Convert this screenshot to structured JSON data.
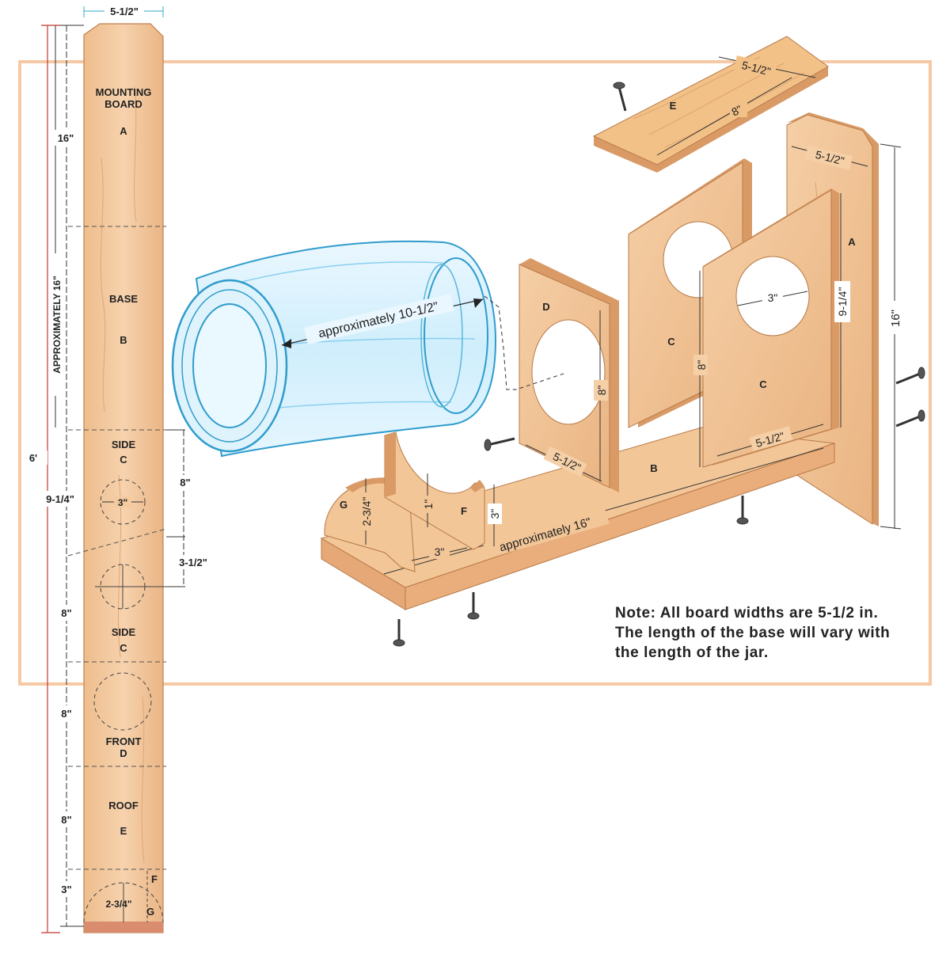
{
  "board": {
    "width_label": "5-1/2\"",
    "total_length_label": "6'",
    "approx_label": "APPROXIMATELY 16\"",
    "pieces": [
      {
        "name": "MOUNTING",
        "name2": "BOARD",
        "letter": "A",
        "length": "16\""
      },
      {
        "name": "BASE",
        "letter": "B"
      },
      {
        "name": "SIDE",
        "letter": "C",
        "length": "9-1/4\"",
        "hole": "3\""
      },
      {
        "name": "SIDE",
        "letter": "C",
        "length": "8\""
      },
      {
        "name": "FRONT",
        "letter": "D",
        "length": "8\""
      },
      {
        "name": "ROOF",
        "letter": "E",
        "length": "8\""
      },
      {
        "letter_f": "F",
        "letter_g": "G",
        "length": "3\"",
        "arc": "2-3/4\""
      }
    ],
    "side_dims": {
      "upper": "8\"",
      "lower": "3-1/2\""
    }
  },
  "assembly": {
    "jar_label": "approximately 10-1/2\"",
    "roof": {
      "letter": "E",
      "width": "5-1/2\"",
      "length": "8\""
    },
    "mount": {
      "letter": "A",
      "width": "5-1/2\"",
      "height": "16\""
    },
    "side_back": {
      "letter": "C"
    },
    "side_front": {
      "letter": "C",
      "hole": "3\"",
      "height_left": "8\"",
      "height_right": "9-1/4\"",
      "width": "5-1/2\""
    },
    "front": {
      "letter": "D",
      "height": "8\"",
      "width": "5-1/2\""
    },
    "base": {
      "letter": "B",
      "length": "approximately 16\""
    },
    "cradle": {
      "letter_g": "G",
      "letter_f": "F",
      "g_height": "2-3/4\"",
      "notch": "1\"",
      "f_height": "3\"",
      "width": "3\""
    }
  },
  "note": {
    "lines": [
      "Note: All board widths are 5-1/2 in.",
      "The length of the base will vary with",
      "the length of the jar."
    ]
  },
  "colors": {
    "wood": "#f3c79b",
    "wood_dark": "#d99a66",
    "wood_shadow": "#e9ad79",
    "frame": "#f6c9a4",
    "jar": "#7fc6e8",
    "dim_red": "#c0392b"
  }
}
